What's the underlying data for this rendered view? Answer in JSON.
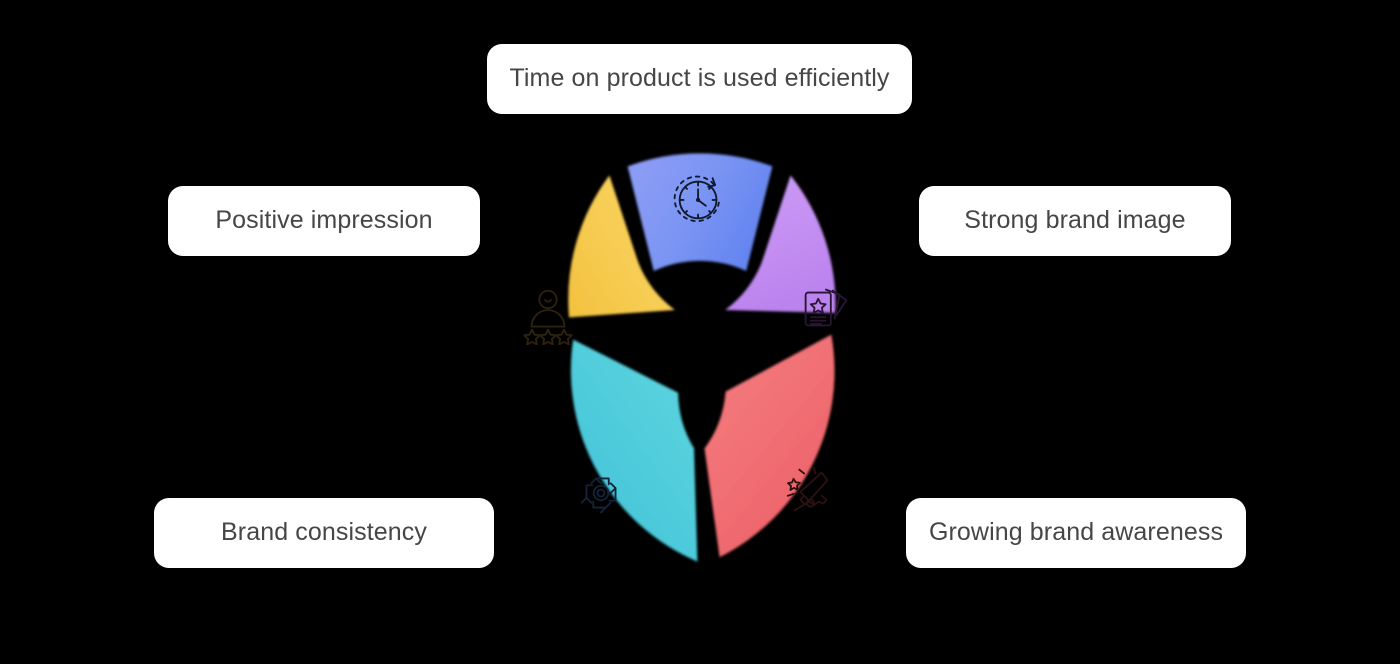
{
  "graphic": {
    "type": "donut-cycle-infographic",
    "segment_count": 5,
    "background_color": "#000000",
    "label_box_color": "#ffffff",
    "label_text_color": "#464646"
  },
  "segments": [
    {
      "id": "time-efficiency",
      "label": "Time on product is used efficiently",
      "color": "#7b95f3",
      "color_from": "#8d9df5",
      "color_to": "#6b8bf2",
      "icon": "clock-refresh-icon",
      "position": "top"
    },
    {
      "id": "strong-brand-image",
      "label": "Strong brand image",
      "color": "#c48ff2",
      "color_from": "#cb9af5",
      "color_to": "#bb84ef",
      "icon": "star-cards-icon",
      "position": "right-upper"
    },
    {
      "id": "growing-brand-awareness",
      "label": "Growing brand awareness",
      "color": "#f06d72",
      "color_from": "#f4787c",
      "color_to": "#ec6167",
      "icon": "megaphone-icon",
      "position": "right-lower"
    },
    {
      "id": "brand-consistency",
      "label": "Brand consistency",
      "color": "#4ecbdb",
      "color_from": "#5cd3de",
      "color_to": "#44c2d6",
      "icon": "cycle-arrows-icon",
      "position": "left-lower"
    },
    {
      "id": "positive-impression",
      "label": "Positive impression",
      "color": "#f7cc52",
      "color_from": "#fad35f",
      "color_to": "#f4c344",
      "icon": "person-stars-rating-icon",
      "position": "left-upper"
    }
  ],
  "labels": {
    "top": "Time on product is used efficiently",
    "left_upper": "Positive impression",
    "right_upper": "Strong brand image",
    "left_lower": "Brand consistency",
    "right_lower": "Growing brand awareness"
  }
}
